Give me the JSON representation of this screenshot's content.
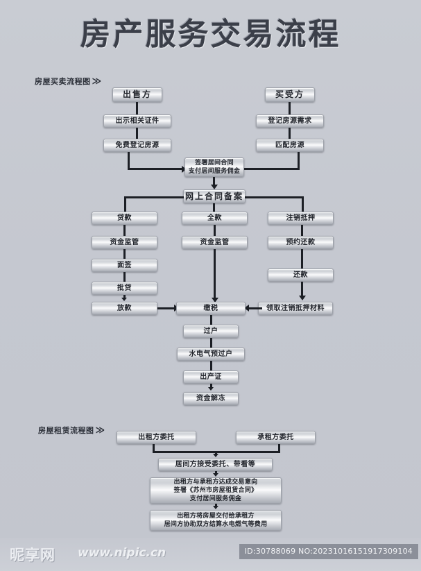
{
  "poster": {
    "title": "房产服务交易流程",
    "background_color": "#c7cad2",
    "node_border_color": "#9da1a9",
    "connector_color": "#1c1f25"
  },
  "sections": {
    "sale": {
      "label": "房屋买卖流程图",
      "chevron": "≫"
    },
    "rental": {
      "label": "房屋租赁流程图",
      "chevron": "≫"
    }
  },
  "sale_flow": {
    "seller_column": [
      {
        "label": "出售方"
      },
      {
        "label": "出示相关证件"
      },
      {
        "label": "免费登记房源"
      }
    ],
    "buyer_column": [
      {
        "label": "买受方"
      },
      {
        "label": "登记房源需求"
      },
      {
        "label": "匹配房源"
      }
    ],
    "merge": {
      "label": "签署居间合同\n支付居间服务佣金"
    },
    "filing": {
      "label": "网上合同备案"
    },
    "loan_column": [
      {
        "label": "贷款"
      },
      {
        "label": "资金监管"
      },
      {
        "label": "面签"
      },
      {
        "label": "批贷"
      },
      {
        "label": "放款"
      }
    ],
    "full_payment_column": [
      {
        "label": "全款"
      },
      {
        "label": "资金监管"
      }
    ],
    "mortgage_column": [
      {
        "label": "注销抵押"
      },
      {
        "label": "预约还款"
      },
      {
        "label": "还款"
      },
      {
        "label": "领取注销抵押材料"
      }
    ],
    "tail_column": [
      {
        "label": "缴税"
      },
      {
        "label": "过户"
      },
      {
        "label": "水电气预过户"
      },
      {
        "label": "出产证"
      },
      {
        "label": "资金解冻"
      }
    ]
  },
  "rental_flow": {
    "lessor": {
      "label": "出租方委托"
    },
    "lessee": {
      "label": "承租方委托"
    },
    "steps": [
      {
        "label": "居间方接受委托、带看等"
      },
      {
        "label": "出租方与承租方达成交易意向\n签署《苏州市房屋租赁合同》\n支付居间服务佣金"
      },
      {
        "label": "出租方将房屋交付给承租方\n居间方协助双方结算水电燃气等费用"
      }
    ]
  },
  "footer": {
    "logo_text": "昵享网",
    "url_text": "www.nipic.cn",
    "id_text": "ID:30788069 NO:20231016151917309104"
  }
}
